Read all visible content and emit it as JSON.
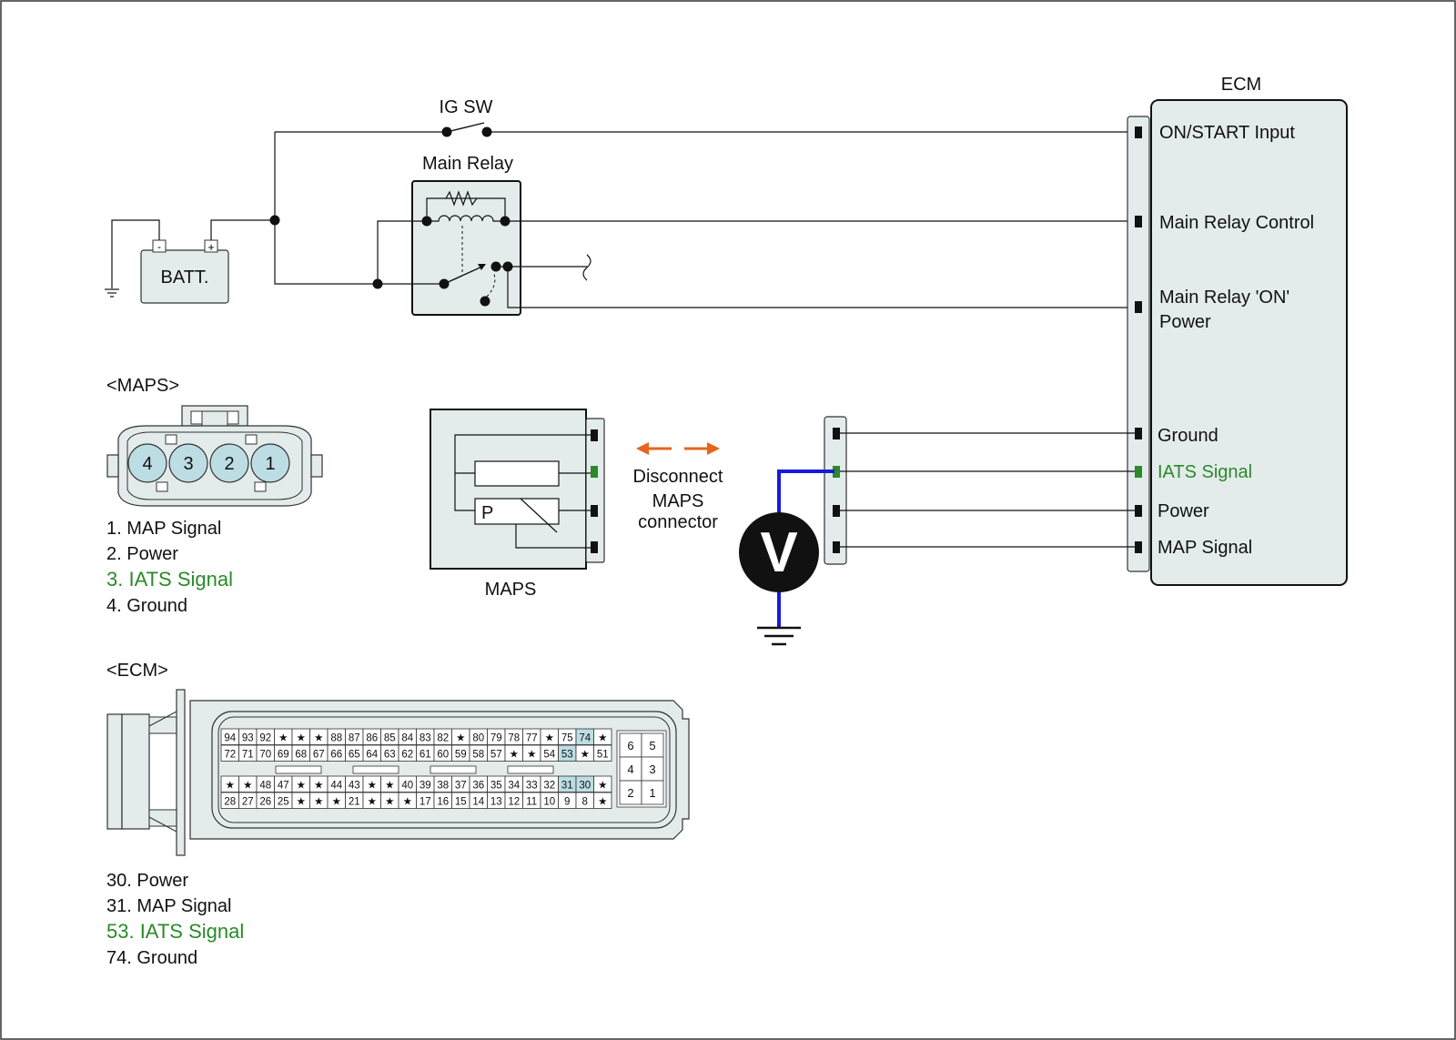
{
  "labels": {
    "ig_sw": "IG SW",
    "main_relay": "Main Relay",
    "batt": "BATT.",
    "batt_minus": "-",
    "batt_plus": "+",
    "ecm_title": "ECM",
    "maps_caption": "MAPS",
    "maps_p": "P",
    "disconnect": [
      "Disconnect",
      "MAPS",
      "connector"
    ],
    "voltmeter": "V"
  },
  "ecm_terminals": [
    {
      "label": "ON/START Input",
      "color": "#111111"
    },
    {
      "label": "Main Relay Control",
      "color": "#111111"
    },
    {
      "label": "Main Relay 'ON'",
      "color": "#111111"
    },
    {
      "label": "Power",
      "color": "#111111"
    },
    {
      "label": "Ground",
      "color": "#111111"
    },
    {
      "label": "IATS Signal",
      "color": "#2a8a2a"
    },
    {
      "label": "Power",
      "color": "#111111"
    },
    {
      "label": "MAP Signal",
      "color": "#111111"
    }
  ],
  "maps_connector": {
    "title": "<MAPS>",
    "pins": [
      "4",
      "3",
      "2",
      "1"
    ],
    "legend": [
      {
        "text": "1. MAP Signal",
        "highlight": false
      },
      {
        "text": "2. Power",
        "highlight": false
      },
      {
        "text": "3. IATS Signal",
        "highlight": true
      },
      {
        "text": "4. Ground",
        "highlight": false
      }
    ]
  },
  "ecm_connector": {
    "title": "<ECM>",
    "rows": [
      [
        "94",
        "93",
        "92",
        "*",
        "*",
        "*",
        "88",
        "87",
        "86",
        "85",
        "84",
        "83",
        "82",
        "*",
        "80",
        "79",
        "78",
        "77",
        "*",
        "75",
        "74",
        "*"
      ],
      [
        "72",
        "71",
        "70",
        "69",
        "68",
        "67",
        "66",
        "65",
        "64",
        "63",
        "62",
        "61",
        "60",
        "59",
        "58",
        "57",
        "*",
        "*",
        "54",
        "53",
        "*",
        "51"
      ],
      [
        "*",
        "*",
        "48",
        "47",
        "*",
        "*",
        "44",
        "43",
        "*",
        "*",
        "40",
        "39",
        "38",
        "37",
        "36",
        "35",
        "34",
        "33",
        "32",
        "31",
        "30",
        "*"
      ],
      [
        "28",
        "27",
        "26",
        "25",
        "*",
        "*",
        "*",
        "21",
        "*",
        "*",
        "*",
        "17",
        "16",
        "15",
        "14",
        "13",
        "12",
        "11",
        "10",
        "9",
        "8",
        "*"
      ]
    ],
    "highlighted_pins": [
      "74",
      "53",
      "31",
      "30"
    ],
    "side_block": [
      [
        "6",
        "5"
      ],
      [
        "4",
        "3"
      ],
      [
        "2",
        "1"
      ]
    ],
    "legend": [
      {
        "text": "30. Power",
        "highlight": false
      },
      {
        "text": "31. MAP Signal",
        "highlight": false
      },
      {
        "text": "53. IATS Signal",
        "highlight": true
      },
      {
        "text": "74. Ground",
        "highlight": false
      }
    ]
  },
  "colors": {
    "highlight_green": "#2a8a2a",
    "pin_highlight": "#bcdde4",
    "arrow_orange": "#e8641e",
    "probe_blue": "#1a1adc",
    "panel_fill": "#e4ebeb"
  }
}
